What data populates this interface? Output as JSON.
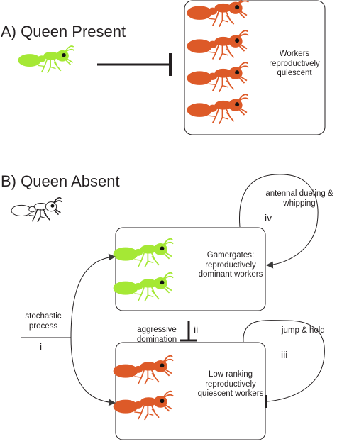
{
  "colors": {
    "queen_green": "#a5e835",
    "gamergate_green": "#a5e835",
    "worker_orange": "#dd5a28",
    "line": "#231f20",
    "outline_ant": "#ffffff"
  },
  "panel_a": {
    "title": "A) Queen Present",
    "box_label": "Workers reproductively quiescent",
    "icons": [
      "queen-ant-icon",
      "worker-ant-icon",
      "worker-ant-icon",
      "worker-ant-icon",
      "worker-ant-icon"
    ]
  },
  "panel_b": {
    "title": "B) Queen Absent",
    "top_box_label": "Gamergates: reproductively dominant workers",
    "bottom_box_label": "Low ranking reproductively quiescent workers",
    "stochastic_label": "stochastic process",
    "numeral_i": "i",
    "aggression_label": "aggressive domination",
    "numeral_ii": "ii",
    "antennal_label": "antennal dueling & whipping",
    "numeral_iv": "iv",
    "jump_label": "jump & hold",
    "numeral_iii": "iii",
    "icons": [
      "outline-ant-icon",
      "gamergate-ant-icon",
      "gamergate-ant-icon",
      "worker-ant-icon",
      "worker-ant-icon"
    ]
  }
}
